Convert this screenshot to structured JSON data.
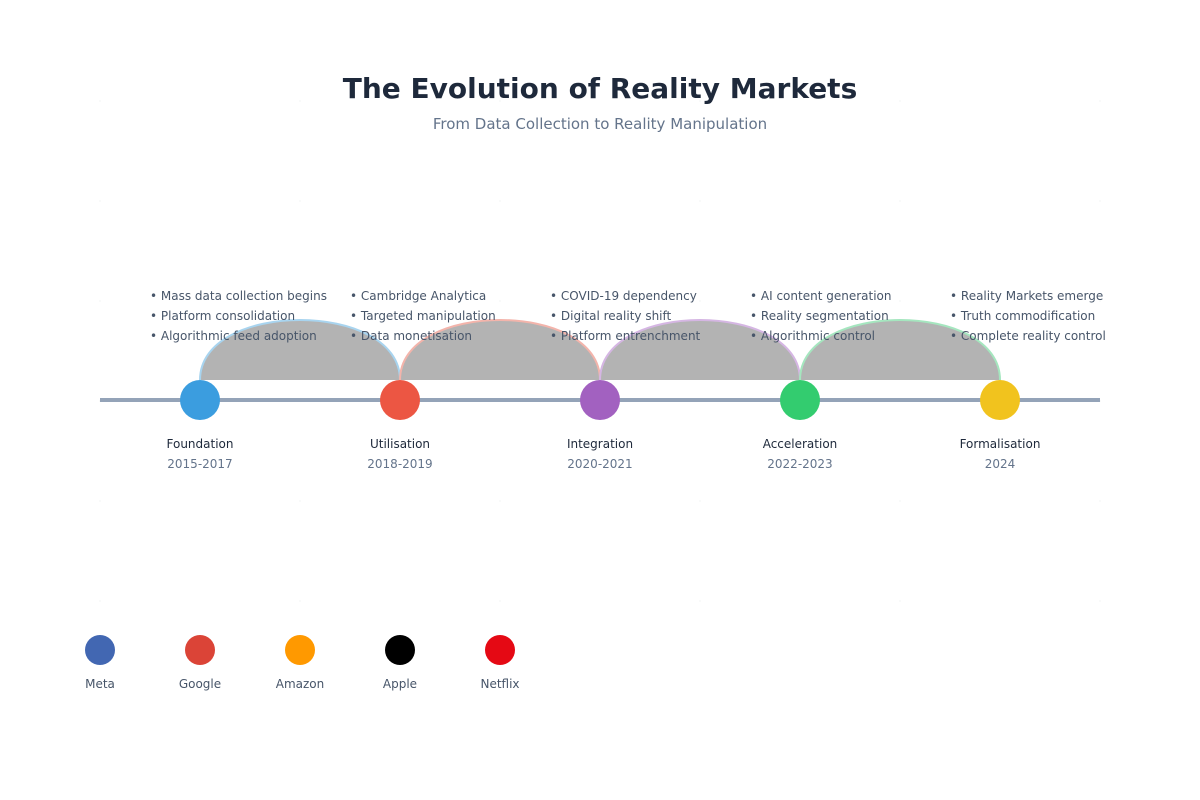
{
  "header": {
    "title": "The Evolution of Reality Markets",
    "subtitle": "From Data Collection to Reality Manipulation"
  },
  "phases": [
    {
      "name": "Foundation",
      "years": "2015-2017",
      "color": "#3b9ddf",
      "arc_color": "#a8d4ef",
      "bullets": [
        "• Mass data collection begins",
        "• Platform consolidation",
        "• Algorithmic feed adoption"
      ]
    },
    {
      "name": "Utilisation",
      "years": "2018-2019",
      "color": "#ec5643",
      "arc_color": "#f3b4ab",
      "bullets": [
        "• Cambridge Analytica",
        "• Targeted manipulation",
        "• Data monetisation"
      ]
    },
    {
      "name": "Integration",
      "years": "2020-2021",
      "color": "#a261c0",
      "arc_color": "#d5b6e3",
      "bullets": [
        "• COVID-19 dependency",
        "• Digital reality shift",
        "• Platform entrenchment"
      ]
    },
    {
      "name": "Acceleration",
      "years": "2022-2023",
      "color": "#33cc6f",
      "arc_color": "#a5e6bf",
      "bullets": [
        "• AI content generation",
        "• Reality segmentation",
        "• Algorithmic control"
      ]
    },
    {
      "name": "Formalisation",
      "years": "2024",
      "color": "#f1c31e",
      "arc_color": "#f7e39a",
      "bullets": [
        "• Reality Markets emerge",
        "• Truth commodification",
        "• Complete reality control"
      ]
    }
  ],
  "companies": [
    {
      "name": "Meta",
      "color": "#4267b2"
    },
    {
      "name": "Google",
      "color": "#db4437"
    },
    {
      "name": "Amazon",
      "color": "#ff9900"
    },
    {
      "name": "Apple",
      "color": "#000000"
    },
    {
      "name": "Netflix",
      "color": "#e50914"
    }
  ],
  "colors": {
    "timeline": "#94a3b8",
    "arc_fill": "#b3b3b3",
    "grid": "#f3f4f6"
  }
}
